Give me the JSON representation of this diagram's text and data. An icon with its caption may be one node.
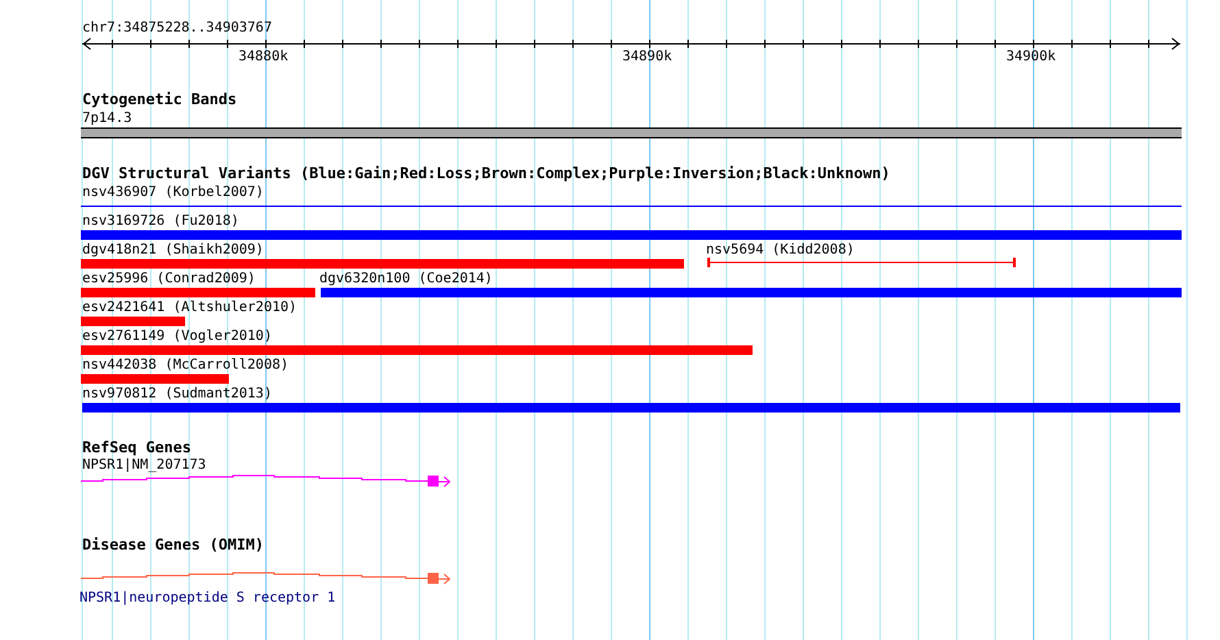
{
  "diagram": {
    "labels": [
      "chr7:34875228..34903767",
      "34880k",
      "34890k",
      "34900k",
      "Cytogenetic Bands",
      "7p14.3",
      "DGV Structural Variants (Blue:Gain;Red:Loss;Brown:Complex;Purple:Inversion;Black:Unknown)",
      "nsv436907 (Korbel2007)",
      "nsv3169726 (Fu2018)",
      "dgv418n21 (Shaikh2009)",
      "nsv5694 (Kidd2008)",
      "esv25996 (Conrad2009)",
      "dgv6320n100 (Coe2014)",
      "esv2421641 (Altshuler2010)",
      "esv2761149 (Vogler2010)",
      "nsv442038 (McCarroll2008)",
      "nsv970812 (Sudmant2013)",
      "RefSeq Genes",
      "NPSR1|NM_207173",
      "Disease Genes (OMIM)",
      "NPSR1|neuropeptide S receptor 1"
    ]
  }
}
